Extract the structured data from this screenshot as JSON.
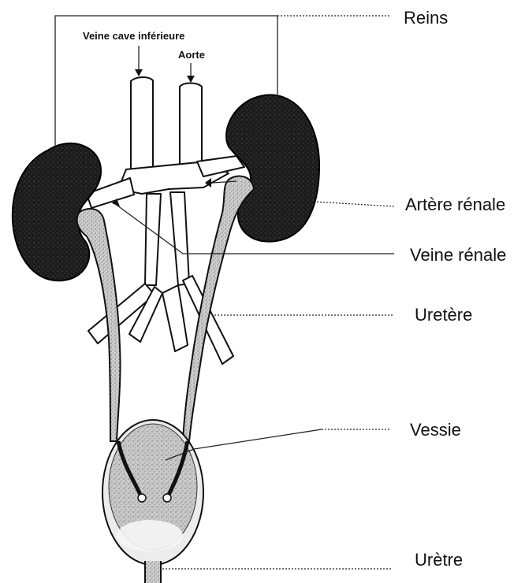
{
  "labels": {
    "reins": "Reins",
    "veine_cave": "Veine cave inférieure",
    "aorte": "Aorte",
    "artere_renale": "Artère rénale",
    "veine_renale": "Veine rénale",
    "uretere": "Uretère",
    "vessie": "Vessie",
    "uretre": "Urètre"
  }
}
